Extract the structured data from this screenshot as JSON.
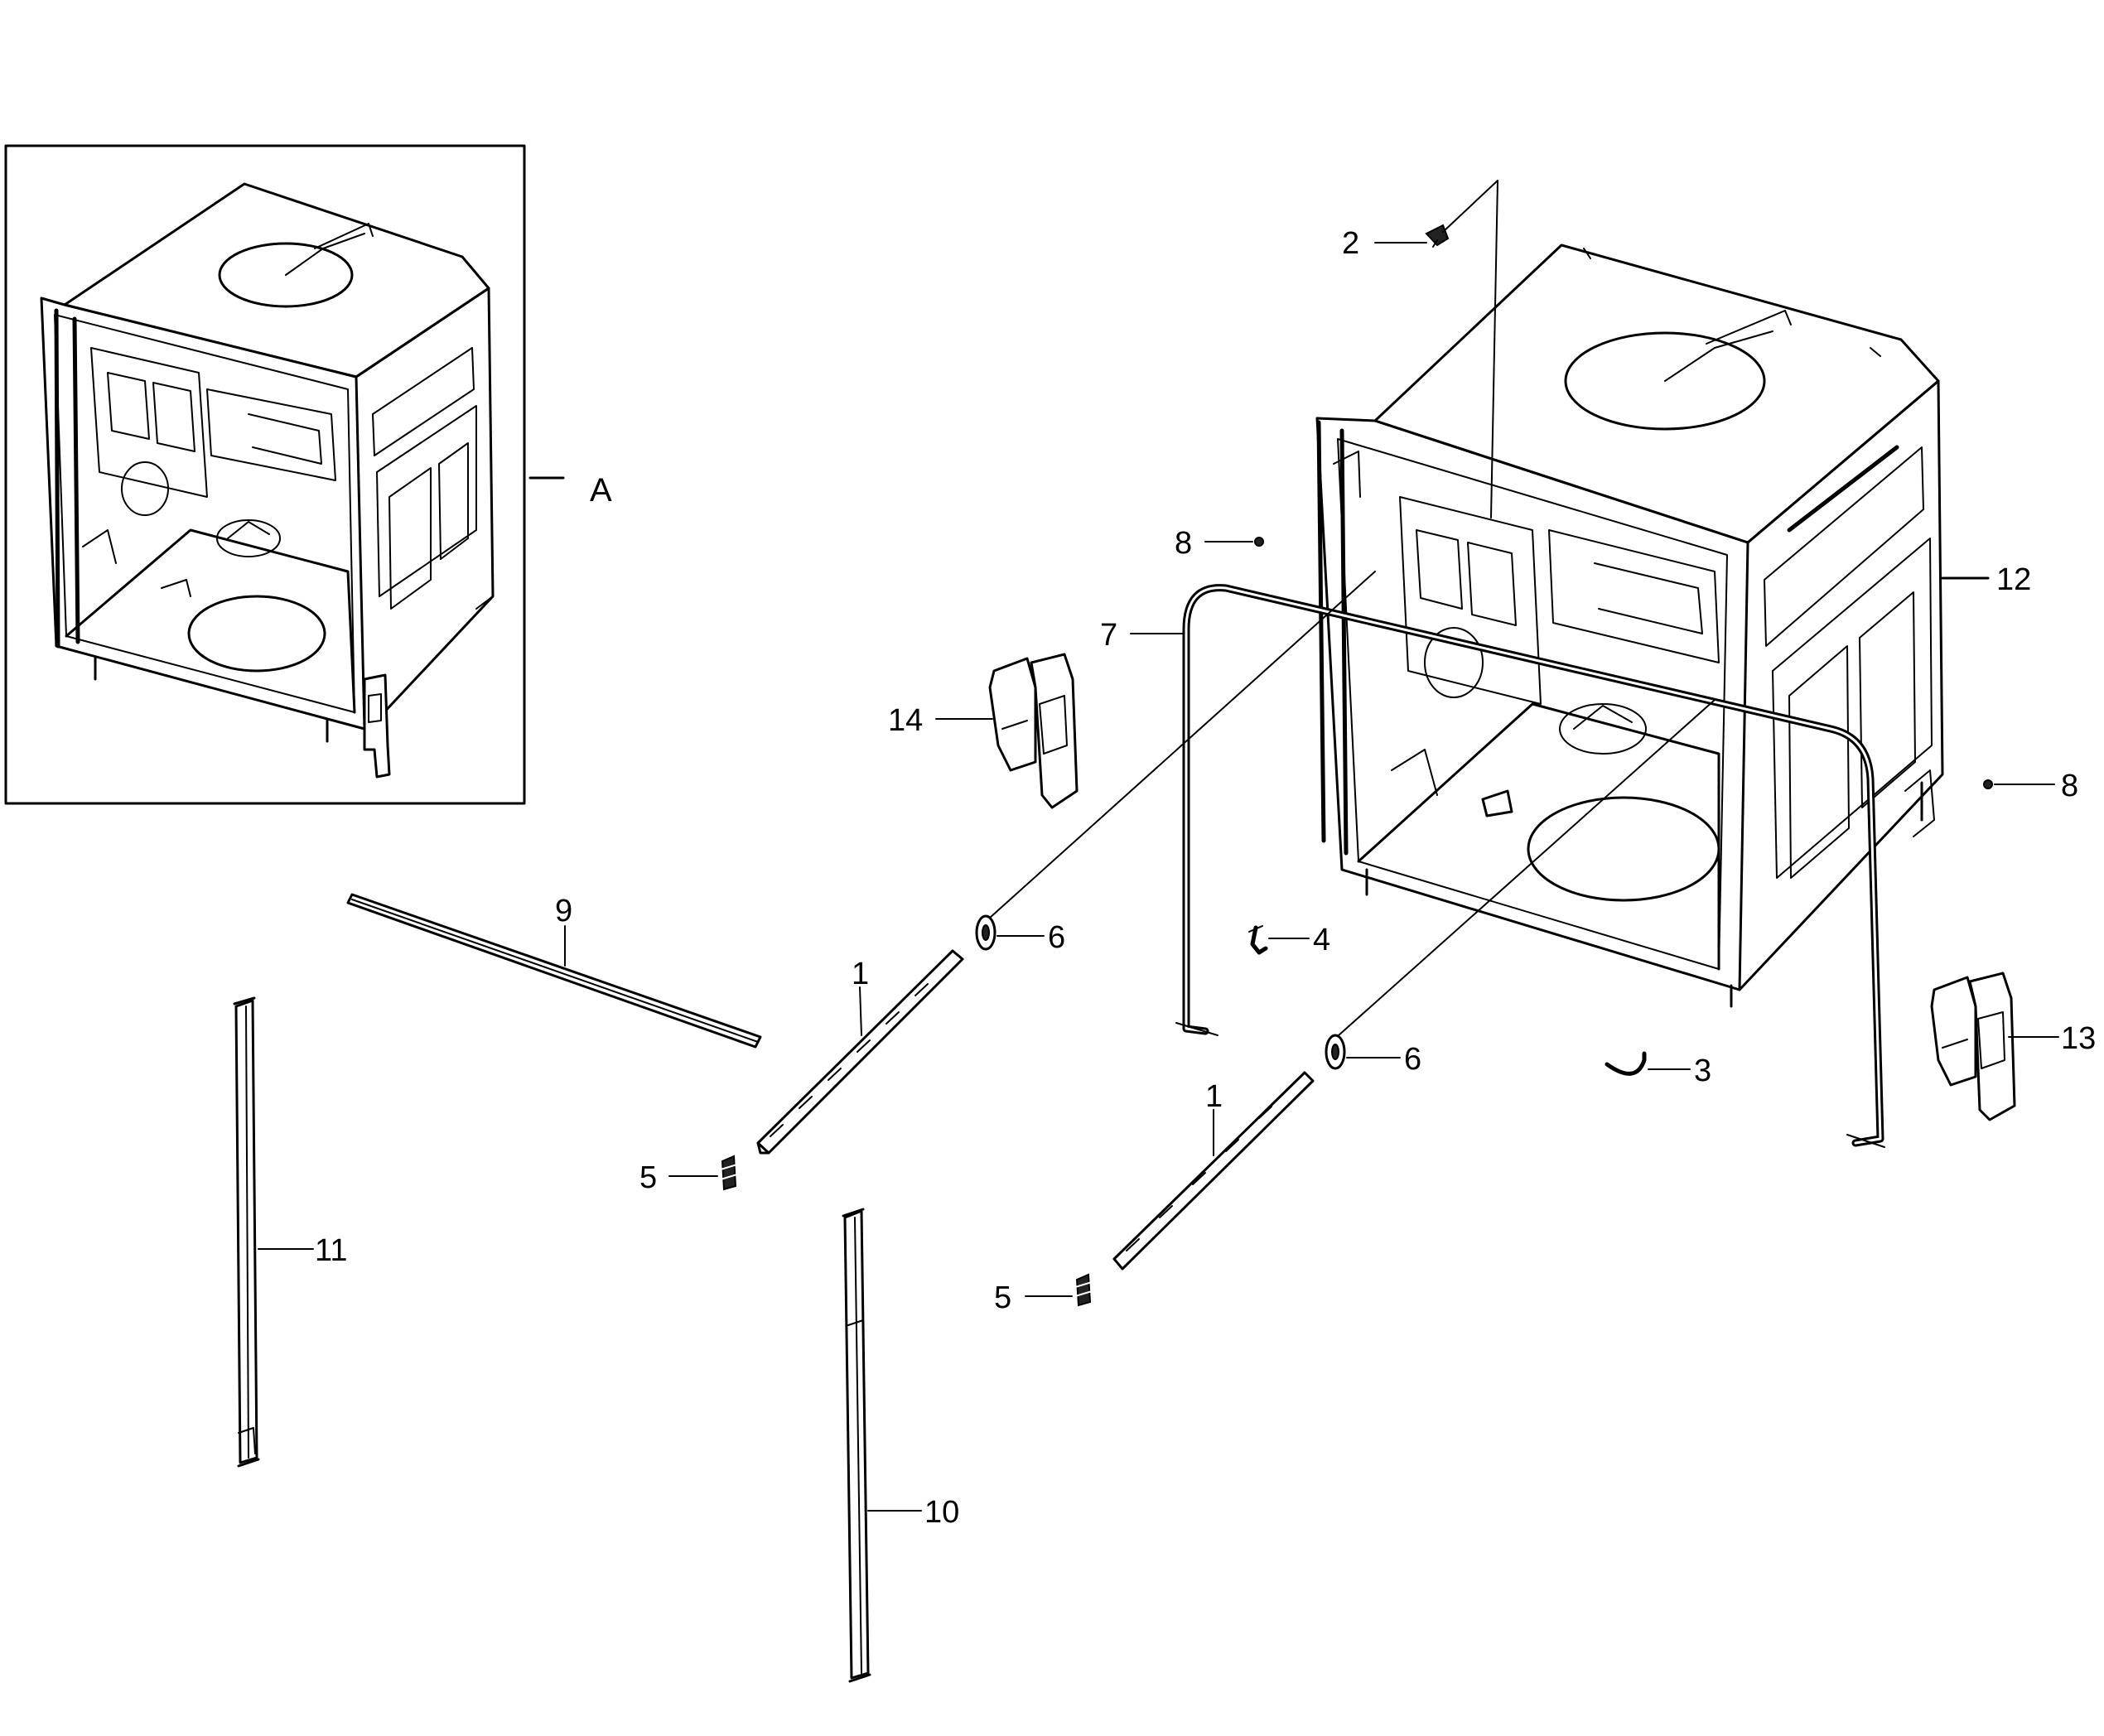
{
  "diagram": {
    "callouts": {
      "A": "A",
      "p1a": "1",
      "p1b": "1",
      "p2": "2",
      "p3": "3",
      "p4": "4",
      "p5a": "5",
      "p5b": "5",
      "p6a": "6",
      "p6b": "6",
      "p7": "7",
      "p8a": "8",
      "p8b": "8",
      "p9": "9",
      "p10": "10",
      "p11": "11",
      "p12": "12",
      "p13": "13",
      "p14": "14"
    },
    "colors": {
      "line": "#000000",
      "background": "#ffffff"
    }
  }
}
